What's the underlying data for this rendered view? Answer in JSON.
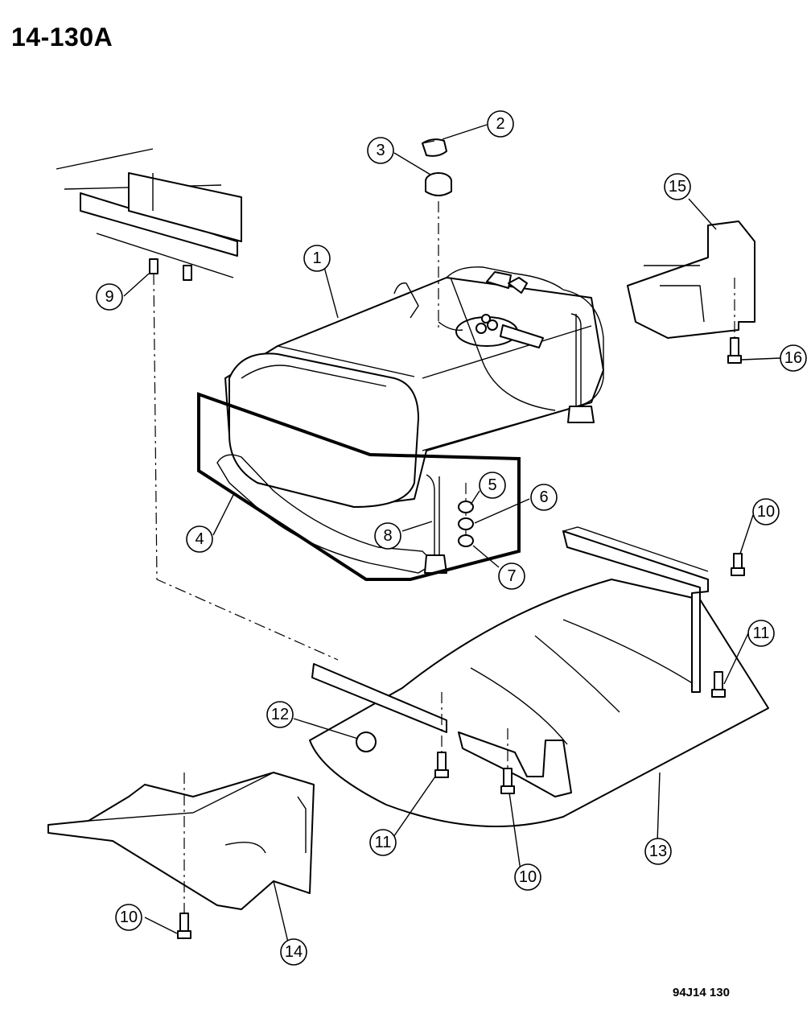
{
  "header": {
    "title": "14-130A"
  },
  "footer": {
    "drawing_code": "94J14 130"
  },
  "callouts": [
    {
      "id": "c1",
      "label": "1"
    },
    {
      "id": "c2",
      "label": "2"
    },
    {
      "id": "c3",
      "label": "3"
    },
    {
      "id": "c4",
      "label": "4"
    },
    {
      "id": "c5",
      "label": "5"
    },
    {
      "id": "c6",
      "label": "6"
    },
    {
      "id": "c7",
      "label": "7"
    },
    {
      "id": "c8",
      "label": "8"
    },
    {
      "id": "c9",
      "label": "9"
    },
    {
      "id": "c10a",
      "label": "10"
    },
    {
      "id": "c10b",
      "label": "10"
    },
    {
      "id": "c10c",
      "label": "10"
    },
    {
      "id": "c11a",
      "label": "11"
    },
    {
      "id": "c11b",
      "label": "11"
    },
    {
      "id": "c12",
      "label": "12"
    },
    {
      "id": "c13",
      "label": "13"
    },
    {
      "id": "c14",
      "label": "14"
    },
    {
      "id": "c15",
      "label": "15"
    },
    {
      "id": "c16",
      "label": "16"
    }
  ]
}
